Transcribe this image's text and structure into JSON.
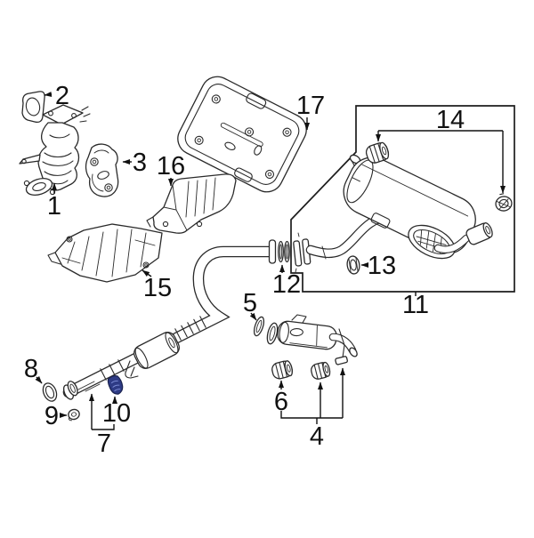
{
  "canvas": {
    "background": "#ffffff",
    "line_color": "#2a2a2a",
    "label_color": "#111111"
  },
  "highlight": {
    "color": "#2e3b85",
    "outline": "#1a234f",
    "applies_to_callout": "10"
  },
  "callouts": {
    "c1": {
      "label": "1"
    },
    "c2": {
      "label": "2"
    },
    "c3": {
      "label": "3"
    },
    "c4": {
      "label": "4"
    },
    "c5": {
      "label": "5"
    },
    "c6": {
      "label": "6"
    },
    "c7": {
      "label": "7"
    },
    "c8": {
      "label": "8"
    },
    "c9": {
      "label": "9"
    },
    "c10": {
      "label": "10"
    },
    "c11": {
      "label": "11"
    },
    "c12": {
      "label": "12"
    },
    "c13": {
      "label": "13"
    },
    "c14": {
      "label": "14"
    },
    "c15": {
      "label": "15"
    },
    "c16": {
      "label": "16"
    },
    "c17": {
      "label": "17"
    }
  }
}
